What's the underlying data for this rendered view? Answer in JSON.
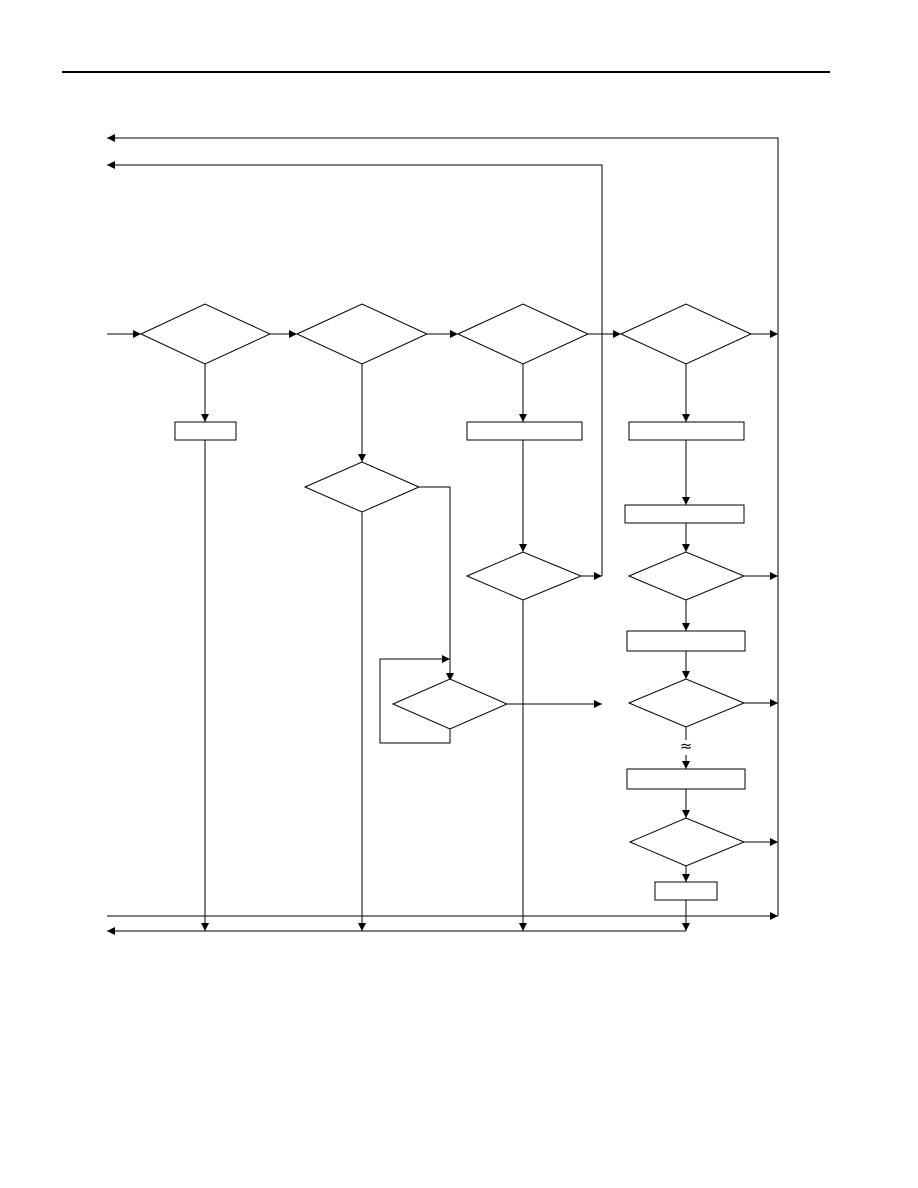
{
  "diagram": {
    "type": "flowchart",
    "stroke_color": "#000000",
    "background_color": "#ffffff",
    "decisions": [
      "d1",
      "d2",
      "d3",
      "d4",
      "d5",
      "d6",
      "d7",
      "d8",
      "d9",
      "d10"
    ],
    "processes": [
      "p1",
      "p2",
      "p3",
      "p4",
      "p5",
      "p6",
      "p7",
      "p8"
    ],
    "break_symbol": "≈",
    "text_labels": []
  }
}
